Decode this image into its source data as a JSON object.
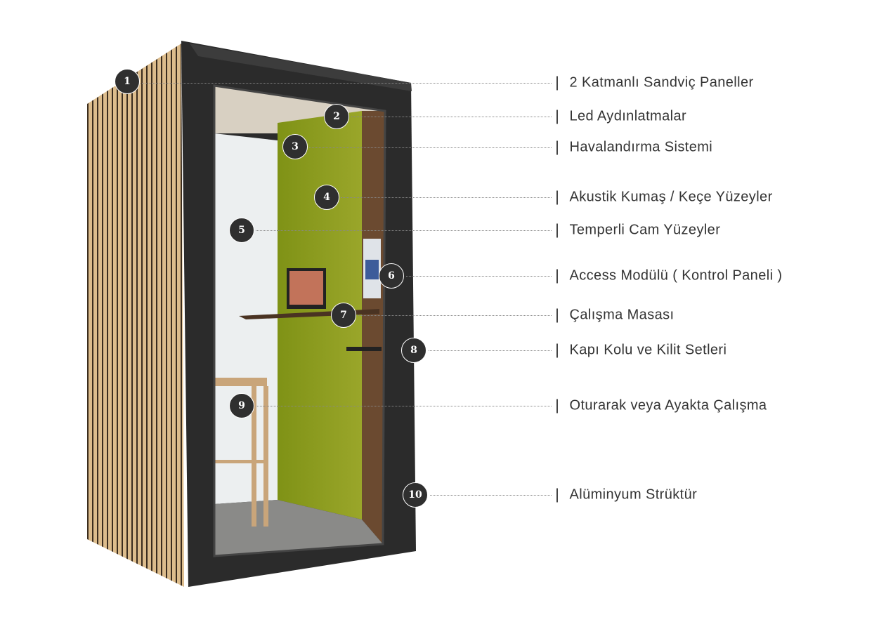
{
  "features": [
    {
      "number": "1",
      "label": "2 Katmanlı Sandviç Paneller"
    },
    {
      "number": "2",
      "label": "Led Aydınlatmalar"
    },
    {
      "number": "3",
      "label": "Havalandırma Sistemi"
    },
    {
      "number": "4",
      "label": "Akustik Kumaş / Keçe Yüzeyler"
    },
    {
      "number": "5",
      "label": "Temperli Cam Yüzeyler"
    },
    {
      "number": "6",
      "label": "Access Modülü ( Kontrol Paneli )"
    },
    {
      "number": "7",
      "label": "Çalışma Masası"
    },
    {
      "number": "8",
      "label": "Kapı Kolu ve Kilit Setleri"
    },
    {
      "number": "9",
      "label": "Oturarak veya Ayakta Çalışma"
    },
    {
      "number": "10",
      "label": "Alüminyum Strüktür"
    }
  ],
  "colors": {
    "frame": "#2b2b2b",
    "wood": "#d9b98a",
    "felt": "#8a9a1e",
    "marker": "#2f2f2f"
  }
}
